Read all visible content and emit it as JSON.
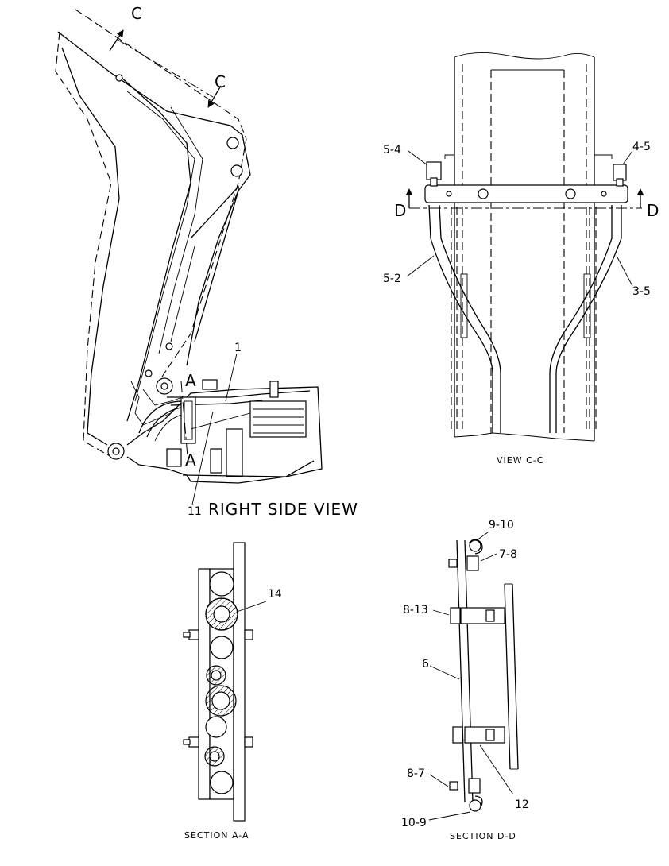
{
  "views": {
    "right_side": {
      "title": "RIGHT SIDE VIEW",
      "section_mark_c": "C",
      "section_mark_a": "A",
      "callouts": [
        "1",
        "11"
      ]
    },
    "view_cc": {
      "title": "VIEW C-C",
      "section_mark_d": "D",
      "callouts": [
        "5-4",
        "4-5",
        "5-2",
        "3-5"
      ]
    },
    "section_aa": {
      "title": "SECTION A-A",
      "callouts": [
        "14"
      ]
    },
    "section_dd": {
      "title": "SECTION D-D",
      "callouts": [
        "9-10",
        "7-8",
        "8-13",
        "6",
        "8-7",
        "12",
        "10-9"
      ]
    }
  }
}
